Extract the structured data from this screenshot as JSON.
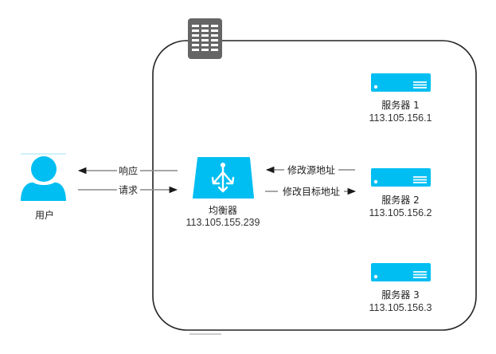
{
  "colors": {
    "icon_blue": "#00bef2",
    "datacenter_gray": "#656565",
    "line_gray": "#8a8a8a",
    "border_dark": "#222222"
  },
  "user": {
    "label": "用户",
    "icon": "user-icon"
  },
  "arrows": {
    "response": "响应",
    "request": "请求",
    "modify_source": "修改源地址",
    "modify_target": "修改目标地址"
  },
  "load_balancer": {
    "label": "均衡器",
    "ip": "113.105.155.239",
    "icon": "load-balancer-icon"
  },
  "datacenter": {
    "icon": "datacenter-icon"
  },
  "servers": [
    {
      "label": "服务器 1",
      "ip": "113.105.156.1",
      "icon": "server-icon"
    },
    {
      "label": "服务器 2",
      "ip": "113.105.156.2",
      "icon": "server-icon"
    },
    {
      "label": "服务器 3",
      "ip": "113.105.156.3",
      "icon": "server-icon"
    }
  ]
}
